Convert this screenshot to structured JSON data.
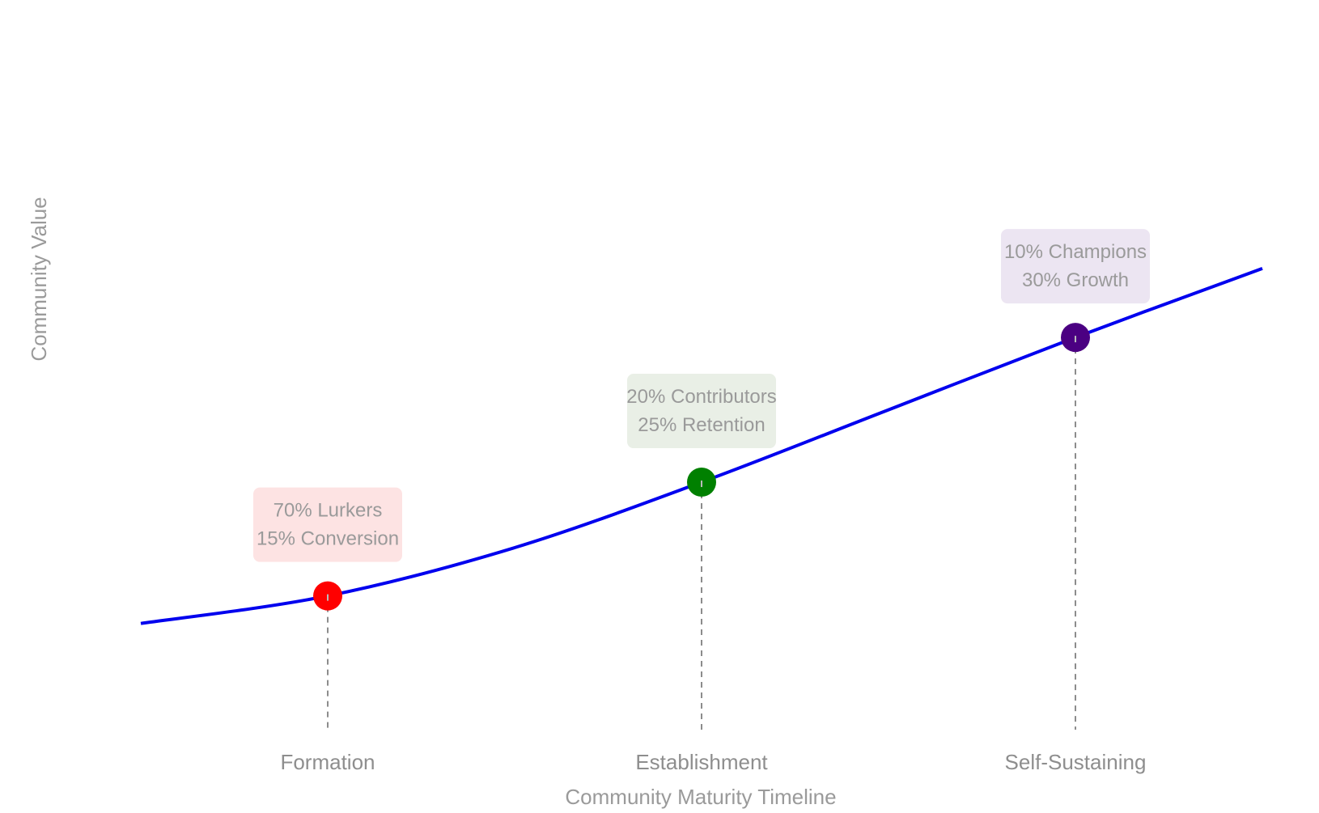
{
  "chart_data": {
    "type": "line",
    "title": "",
    "xlabel": "Community Maturity Timeline",
    "ylabel": "Community Value",
    "categories": [
      "Formation",
      "Establishment",
      "Self-Sustaining"
    ],
    "grid": false,
    "legend": "none",
    "series": [
      {
        "color": "#0000ee",
        "curve": {
          "x": [
            -0.5,
            0,
            0.5,
            1,
            1.5,
            2,
            2.5
          ],
          "y": [
            0.5,
            1.3,
            2.7,
            4.6,
            6.7,
            8.8,
            10.8
          ]
        }
      }
    ],
    "milestones": [
      {
        "category": "Formation",
        "value": 1.3,
        "color": "#ff0000",
        "box_color": "#fde3e3",
        "lines": [
          "70% Lurkers",
          "15% Conversion"
        ]
      },
      {
        "category": "Establishment",
        "value": 4.6,
        "color": "#008000",
        "box_color": "#e9efe6",
        "lines": [
          "20% Contributors",
          "25% Retention"
        ]
      },
      {
        "category": "Self-Sustaining",
        "value": 8.8,
        "color": "#4b0082",
        "box_color": "#ece5f2",
        "lines": [
          "10% Champions",
          "30% Growth"
        ]
      }
    ]
  }
}
